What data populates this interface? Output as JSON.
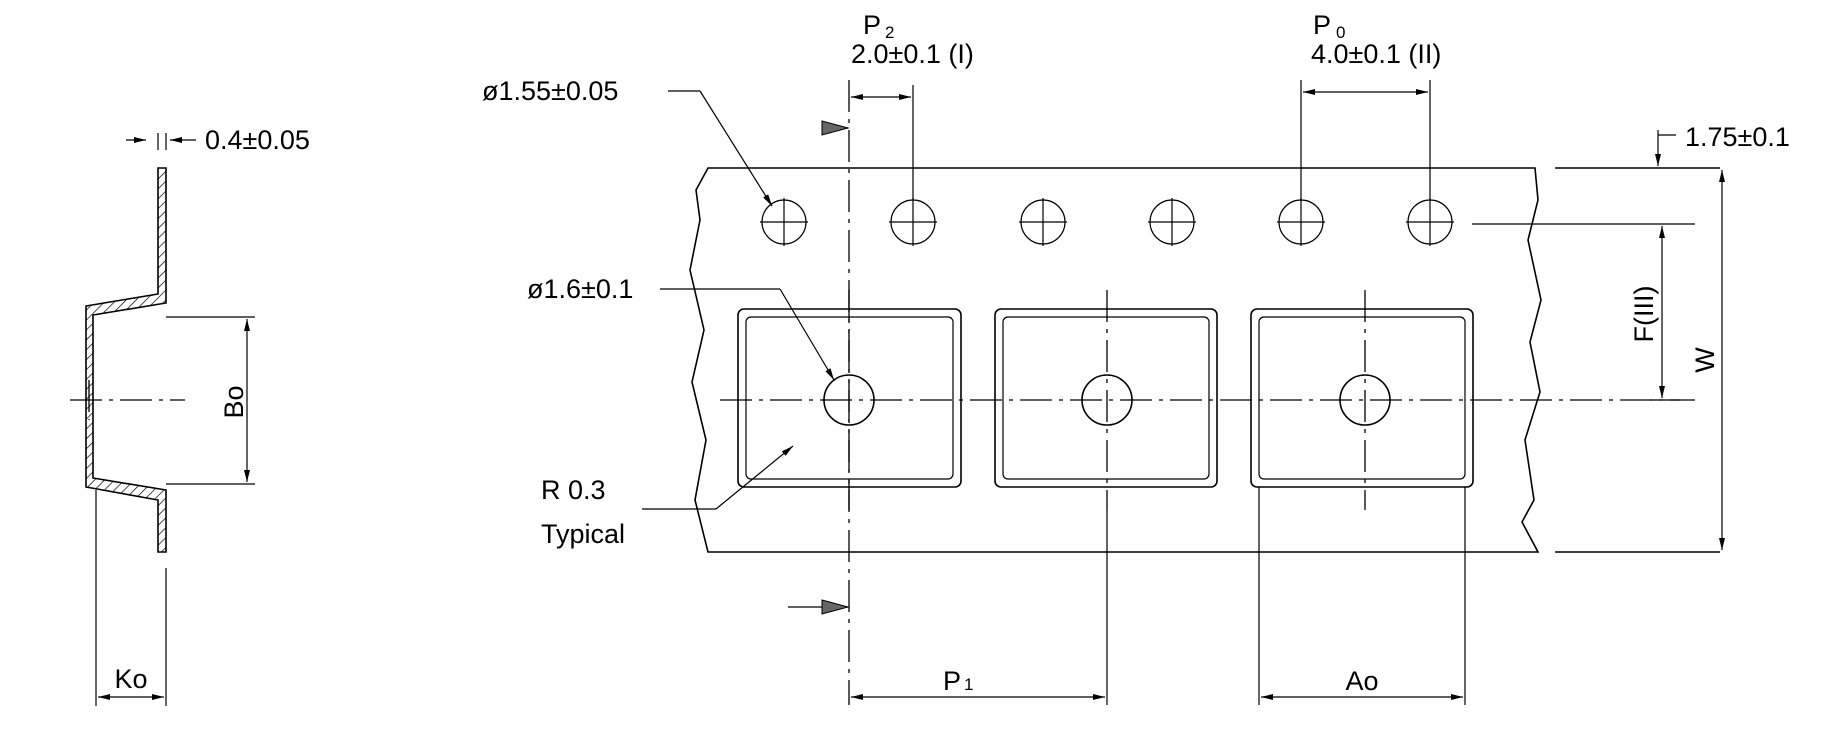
{
  "labels": {
    "wall_thickness": "0.4±0.05",
    "sprocket_hole_dia": "ø1.55±0.05",
    "p2_letter": "P",
    "p2_sub": "2",
    "p2_value": "2.0±0.1 (I)",
    "p0_letter": "P",
    "p0_sub": "0",
    "p0_value": "4.0±0.1 (II)",
    "edge_offset": "1.75±0.1",
    "pocket_hole_dia": "ø1.6±0.1",
    "f_dim": "F(III)",
    "w_dim": "W",
    "radius_line1": "R 0.3",
    "radius_line2": "Typical",
    "bo_dim": "Bo",
    "ko_dim": "Ko",
    "p1_letter": "P",
    "p1_sub": "1",
    "ao_dim": "Ao"
  }
}
